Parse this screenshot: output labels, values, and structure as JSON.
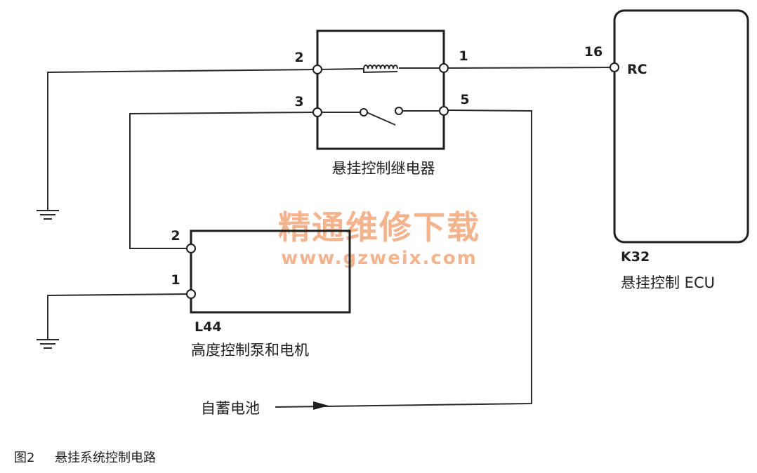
{
  "relay": {
    "name": "悬挂控制继电器",
    "pins": {
      "p2": "2",
      "p1": "1",
      "p3": "3",
      "p5": "5"
    }
  },
  "ecu": {
    "code": "K32",
    "name": "悬挂控制 ECU",
    "pin_number": "16",
    "pin_name": "RC"
  },
  "motor": {
    "code": "L44",
    "name": "高度控制泵和电机",
    "pins": {
      "p2": "2",
      "p1": "1"
    }
  },
  "battery": {
    "label": "自蓄电池"
  },
  "watermark": {
    "line1": "精通维修下载",
    "line2": "www.gzweix.com"
  },
  "caption": {
    "figure": "图2",
    "title": "悬挂系统控制电路"
  }
}
